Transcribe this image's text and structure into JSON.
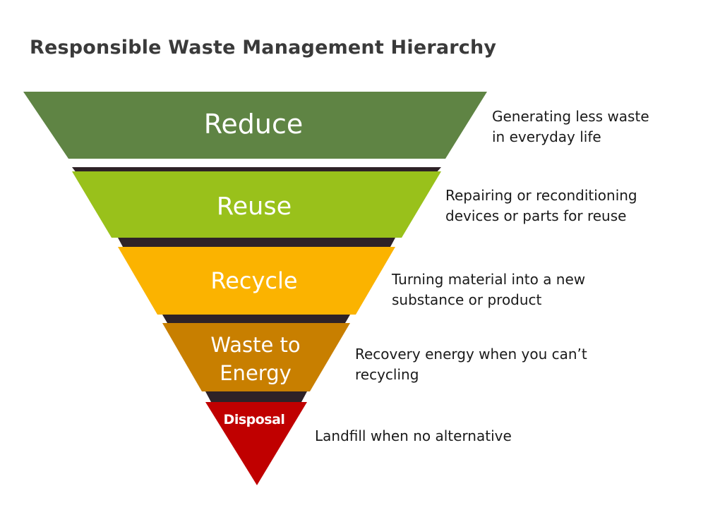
{
  "title": "Responsible Waste Management Hierarchy",
  "levels": [
    {
      "name": "Reduce",
      "color": "#5f8444",
      "description": [
        "Generating less waste",
        "in everyday life"
      ]
    },
    {
      "name": "Reuse",
      "color": "#99c11b",
      "description": [
        "Repairing or reconditioning",
        "devices or parts for reuse"
      ]
    },
    {
      "name": "Recycle",
      "color": "#fbb300",
      "description": [
        "Turning material into a new",
        "substance or product"
      ]
    },
    {
      "name": [
        "Waste to",
        "Energy"
      ],
      "color": "#c87f00",
      "description": [
        "Recovery energy when you can’t",
        "recycling"
      ]
    },
    {
      "name": "Disposal",
      "color": "#c00000",
      "description": [
        "Landfill when no alternative"
      ]
    }
  ],
  "separator_color": "#2e2227"
}
